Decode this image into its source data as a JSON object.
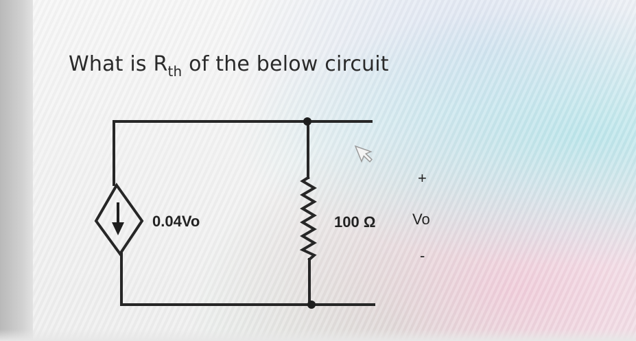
{
  "question": {
    "prefix": "What is R",
    "subscript": "th",
    "suffix": " of the below circuit"
  },
  "circuit": {
    "source_label": "0.04Vo",
    "resistor_label": "100 Ω",
    "output_plus": "+",
    "output_label": "Vo",
    "output_minus": "-"
  },
  "colors": {
    "wire": "#262626",
    "text": "#2a2a2a"
  },
  "icons": [
    "arrow-cursor-icon",
    "down-arrow-icon"
  ]
}
